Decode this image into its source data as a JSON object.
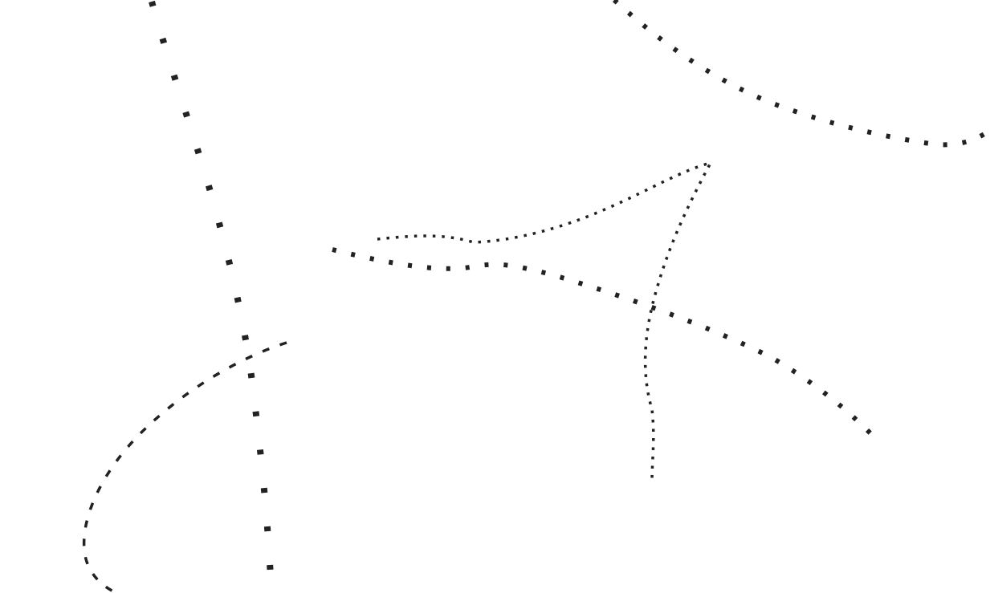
{
  "colors": {
    "stroke": "#222222",
    "background": "#ffffff"
  },
  "curves": [
    "left-vertical-dotted",
    "left-arc-dashed",
    "top-right-dotted",
    "middle-diagonal-dotted",
    "fine-dotted-triangle"
  ]
}
